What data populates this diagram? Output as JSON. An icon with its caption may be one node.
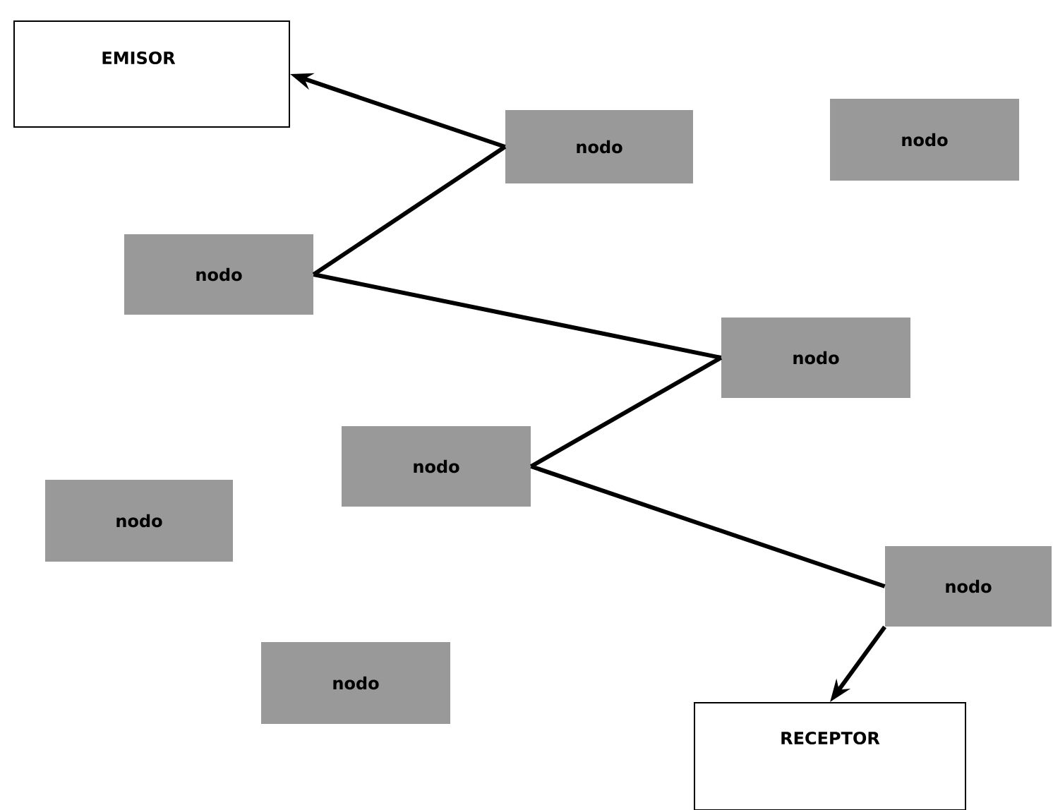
{
  "diagram": {
    "nodes": [
      {
        "text": [
          "EMISOR"
        ]
      },
      {
        "text": [
          "nodo"
        ]
      },
      {
        "text": [
          "nodo"
        ]
      },
      {
        "text": [
          "nodo"
        ]
      },
      {
        "text": [
          "nodo"
        ]
      },
      {
        "text": [
          "nodo"
        ]
      },
      {
        "text": [
          "nodo"
        ]
      },
      {
        "text": [
          "nodo"
        ]
      },
      {
        "text": [
          "nodo"
        ]
      },
      {
        "text": [
          "RECEPTOR"
        ]
      }
    ],
    "edges": [
      {
        "from": 1,
        "to": 0,
        "arrow": "to"
      },
      {
        "from": 3,
        "to": 1,
        "arrow": "none"
      },
      {
        "from": 3,
        "to": 4,
        "arrow": "none"
      },
      {
        "from": 4,
        "to": 5,
        "arrow": "none"
      },
      {
        "from": 5,
        "to": 7,
        "arrow": "none"
      },
      {
        "from": 7,
        "to": 9,
        "arrow": "to"
      }
    ]
  }
}
